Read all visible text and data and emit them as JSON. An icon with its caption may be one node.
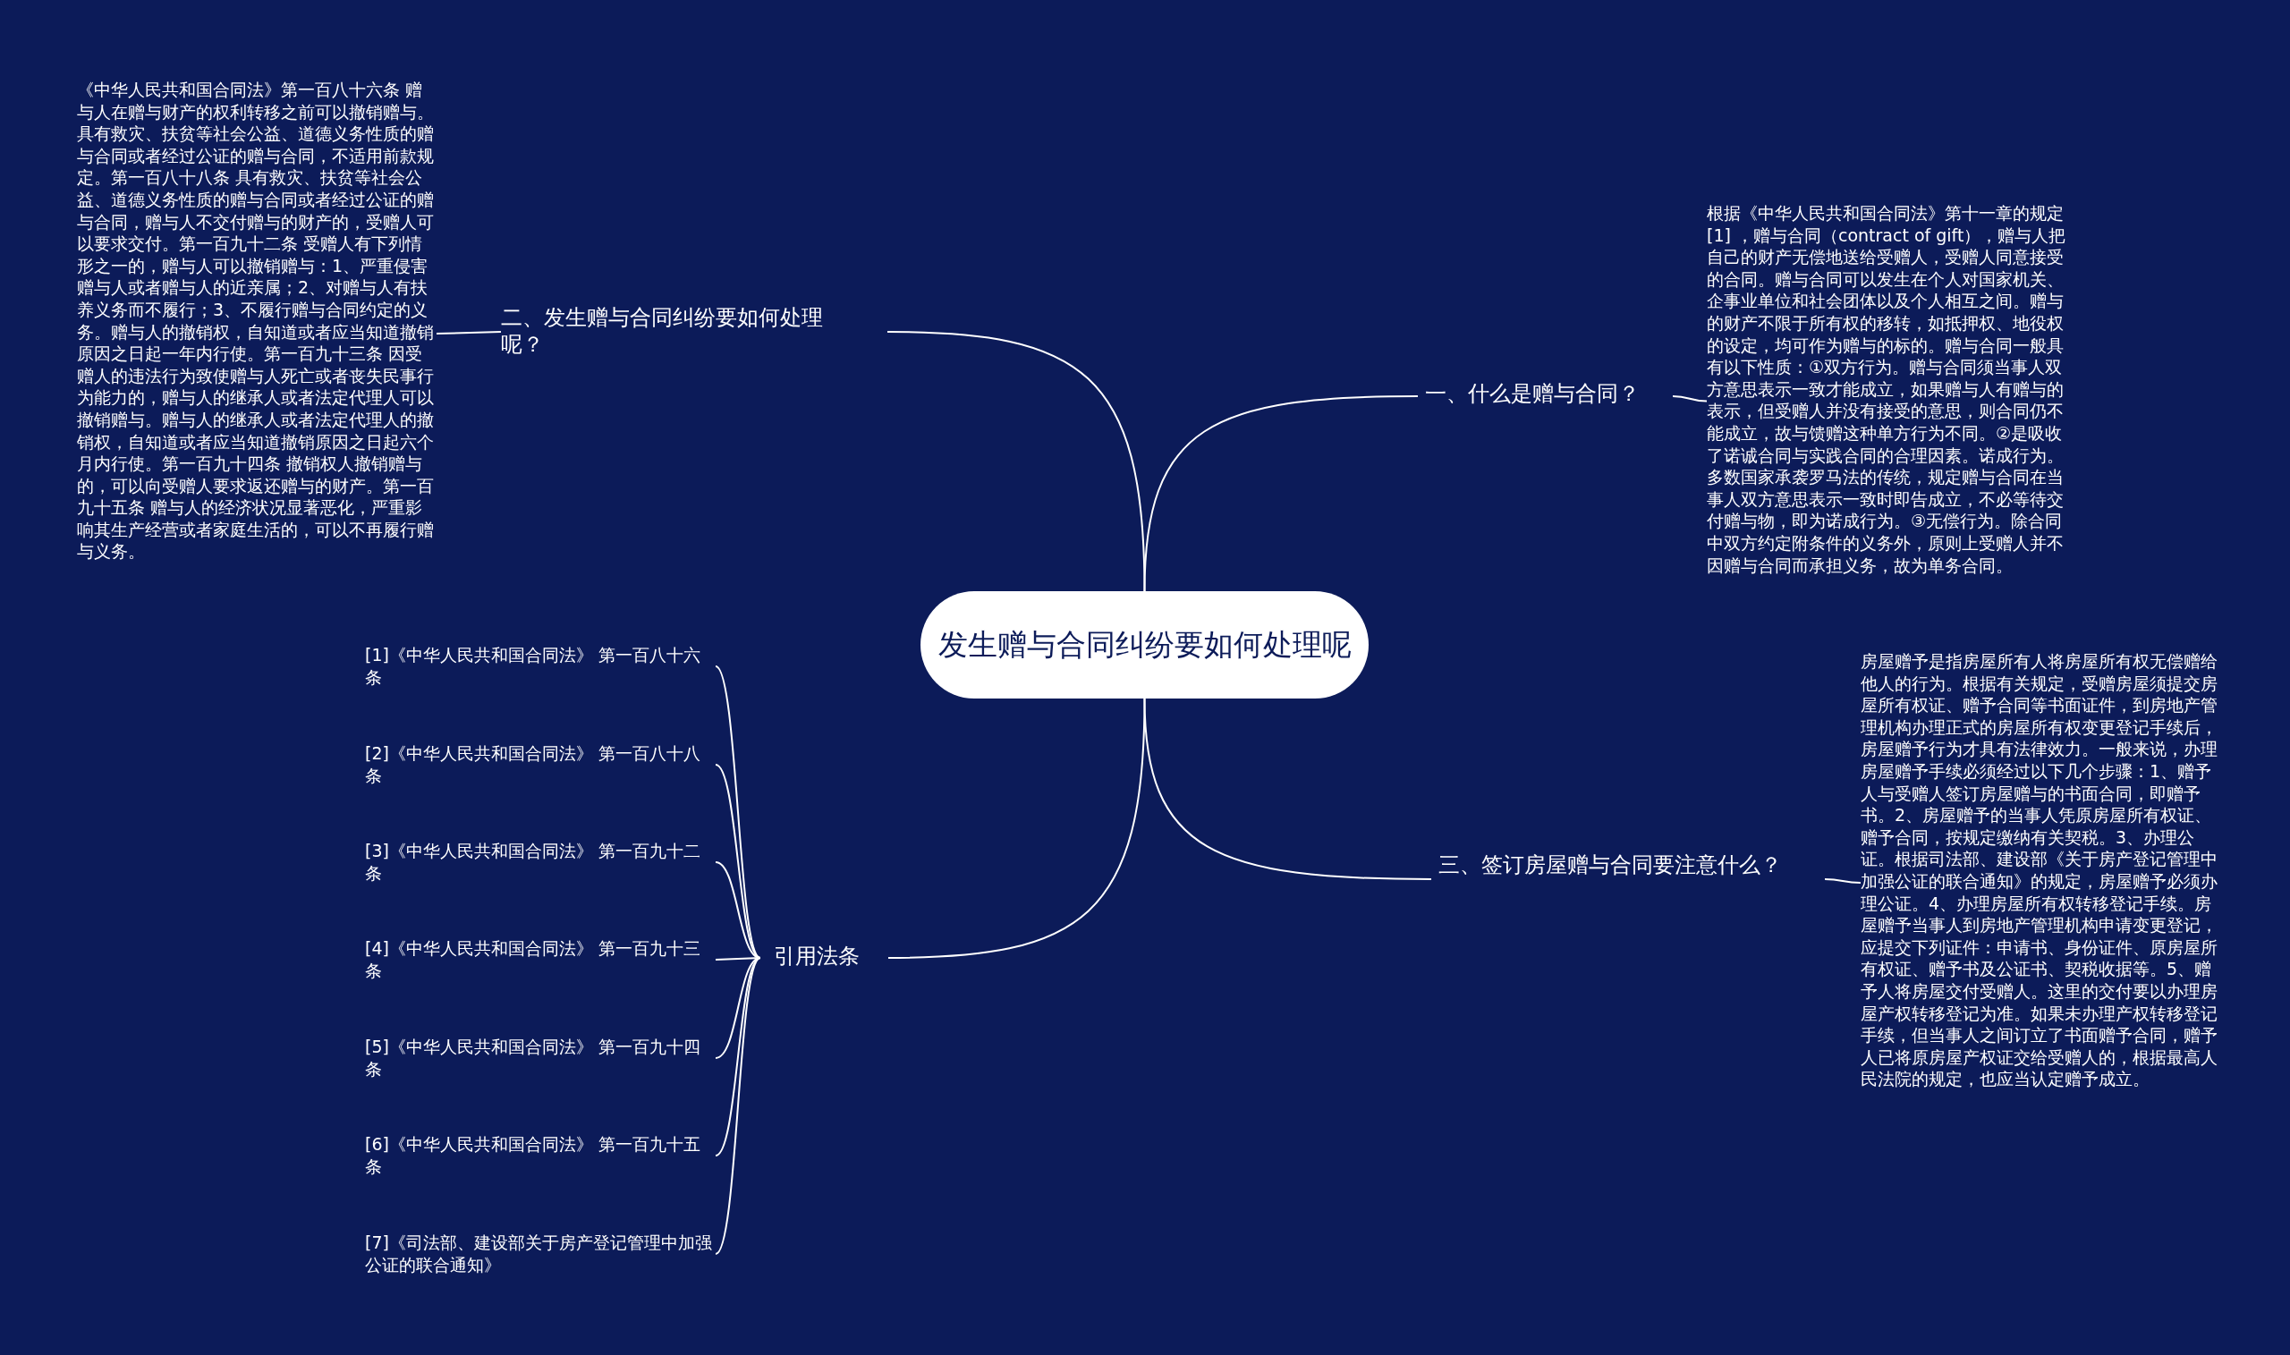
{
  "diagram": {
    "nodes": [
      {
        "text": [
          "发生赠与合同纠纷要如何处理呢"
        ]
      },
      {
        "text": [
          "一、什么是赠与合同？"
        ]
      },
      {
        "text": [
          "根据《中华人民共和国合同法》第十一章的规定 [1] ，赠与合同（contract of gift），赠与人把自己的财产无偿地送给受赠人，受赠人同意接受的合同。赠与合同可以发生在个人对国家机关、企事业单位和社会团体以及个人相互之间。赠与的财产不限于所有权的移转，如抵押权、地役权的设定，均可作为赠与的标的。赠与合同一般具有以下性质：①双方行为。赠与合同须当事人双方意思表示一致才能成立，如果赠与人有赠与的表示，但受赠人并没有接受的意思，则合同仍不能成立，故与馈赠这种单方行为不同。②是吸收了诺诚合同与实践合同的合理因素。诺成行为。多数国家承袭罗马法的传统，规定赠与合同在当事人双方意思表示一致时即告成立，不必等待交付赠与物，即为诺成行为。③无偿行为。除合同中双方约定附条件的义务外，原则上受赠人并不因赠与合同而承担义务，故为单务合同。"
        ]
      },
      {
        "text": [
          "二、发生赠与合同纠纷要如何处理呢？"
        ]
      },
      {
        "text": [
          "《中华人民共和国合同法》第一百八十六条 赠与人在赠与财产的权利转移之前可以撤销赠与。具有救灾、扶贫等社会公益、道德义务性质的赠与合同或者经过公证的赠与合同，不适用前款规定。第一百八十八条 具有救灾、扶贫等社会公益、道德义务性质的赠与合同或者经过公证的赠与合同，赠与人不交付赠与的财产的，受赠人可以要求交付。第一百九十二条 受赠人有下列情形之一的，赠与人可以撤销赠与：1、严重侵害赠与人或者赠与人的近亲属；2、对赠与人有扶养义务而不履行；3、不履行赠与合同约定的义务。赠与人的撤销权，自知道或者应当知道撤销原因之日起一年内行使。第一百九十三条 因受赠人的违法行为致使赠与人死亡或者丧失民事行为能力的，赠与人的继承人或者法定代理人可以撤销赠与。赠与人的继承人或者法定代理人的撤销权，自知道或者应当知道撤销原因之日起六个月内行使。第一百九十四条 撤销权人撤销赠与的，可以向受赠人要求返还赠与的财产。第一百九十五条 赠与人的经济状况显著恶化，严重影响其生产经营或者家庭生活的，可以不再履行赠与义务。"
        ]
      },
      {
        "text": [
          "三、签订房屋赠与合同要注意什么？"
        ]
      },
      {
        "text": [
          "房屋赠予是指房屋所有人将房屋所有权无偿赠给他人的行为。根据有关规定，受赠房屋须提交房屋所有权证、赠予合同等书面证件，到房地产管理机构办理正式的房屋所有权变更登记手续后，房屋赠予行为才具有法律效力。一般来说，办理房屋赠予手续必须经过以下几个步骤：1、赠予人与受赠人签订房屋赠与的书面合同，即赠予书。2、房屋赠予的当事人凭原房屋所有权证、赠予合同，按规定缴纳有关契税。3、办理公证。根据司法部、建设部《关于房产登记管理中加强公证的联合通知》的规定，房屋赠予必须办理公证。4、办理房屋所有权转移登记手续。房屋赠予当事人到房地产管理机构申请变更登记，应提交下列证件：申请书、身份证件、原房屋所有权证、赠予书及公证书、契税收据等。5、赠予人将房屋交付受赠人。这里的交付要以办理房屋产权转移登记为准。如果未办理产权转移登记手续，但当事人之间订立了书面赠予合同，赠予人已将原房屋产权证交给受赠人的，根据最高人民法院的规定，也应当认定赠予成立。"
        ]
      },
      {
        "text": [
          "引用法条"
        ]
      },
      {
        "text": [
          "[1]《中华人民共和国合同法》 第一百八十六条"
        ]
      },
      {
        "text": [
          "[2]《中华人民共和国合同法》 第一百八十八条"
        ]
      },
      {
        "text": [
          "[3]《中华人民共和国合同法》 第一百九十二条"
        ]
      },
      {
        "text": [
          "[4]《中华人民共和国合同法》 第一百九十三条"
        ]
      },
      {
        "text": [
          "[5]《中华人民共和国合同法》 第一百九十四条"
        ]
      },
      {
        "text": [
          "[6]《中华人民共和国合同法》 第一百九十五条"
        ]
      },
      {
        "text": [
          "[7]《司法部、建设部关于房产登记管理中加强公证的联合通知》"
        ]
      }
    ],
    "edges": [
      {
        "from": 0,
        "to": 1,
        "arrow": "none"
      },
      {
        "from": 1,
        "to": 2,
        "arrow": "none"
      },
      {
        "from": 0,
        "to": 3,
        "arrow": "none"
      },
      {
        "from": 3,
        "to": 4,
        "arrow": "none"
      },
      {
        "from": 0,
        "to": 5,
        "arrow": "none"
      },
      {
        "from": 5,
        "to": 6,
        "arrow": "none"
      },
      {
        "from": 0,
        "to": 7,
        "arrow": "none"
      },
      {
        "from": 7,
        "to": 8,
        "arrow": "none"
      },
      {
        "from": 7,
        "to": 9,
        "arrow": "none"
      },
      {
        "from": 7,
        "to": 10,
        "arrow": "none"
      },
      {
        "from": 7,
        "to": 11,
        "arrow": "none"
      },
      {
        "from": 7,
        "to": 12,
        "arrow": "none"
      },
      {
        "from": 7,
        "to": 13,
        "arrow": "none"
      },
      {
        "from": 7,
        "to": 14,
        "arrow": "none"
      }
    ]
  }
}
